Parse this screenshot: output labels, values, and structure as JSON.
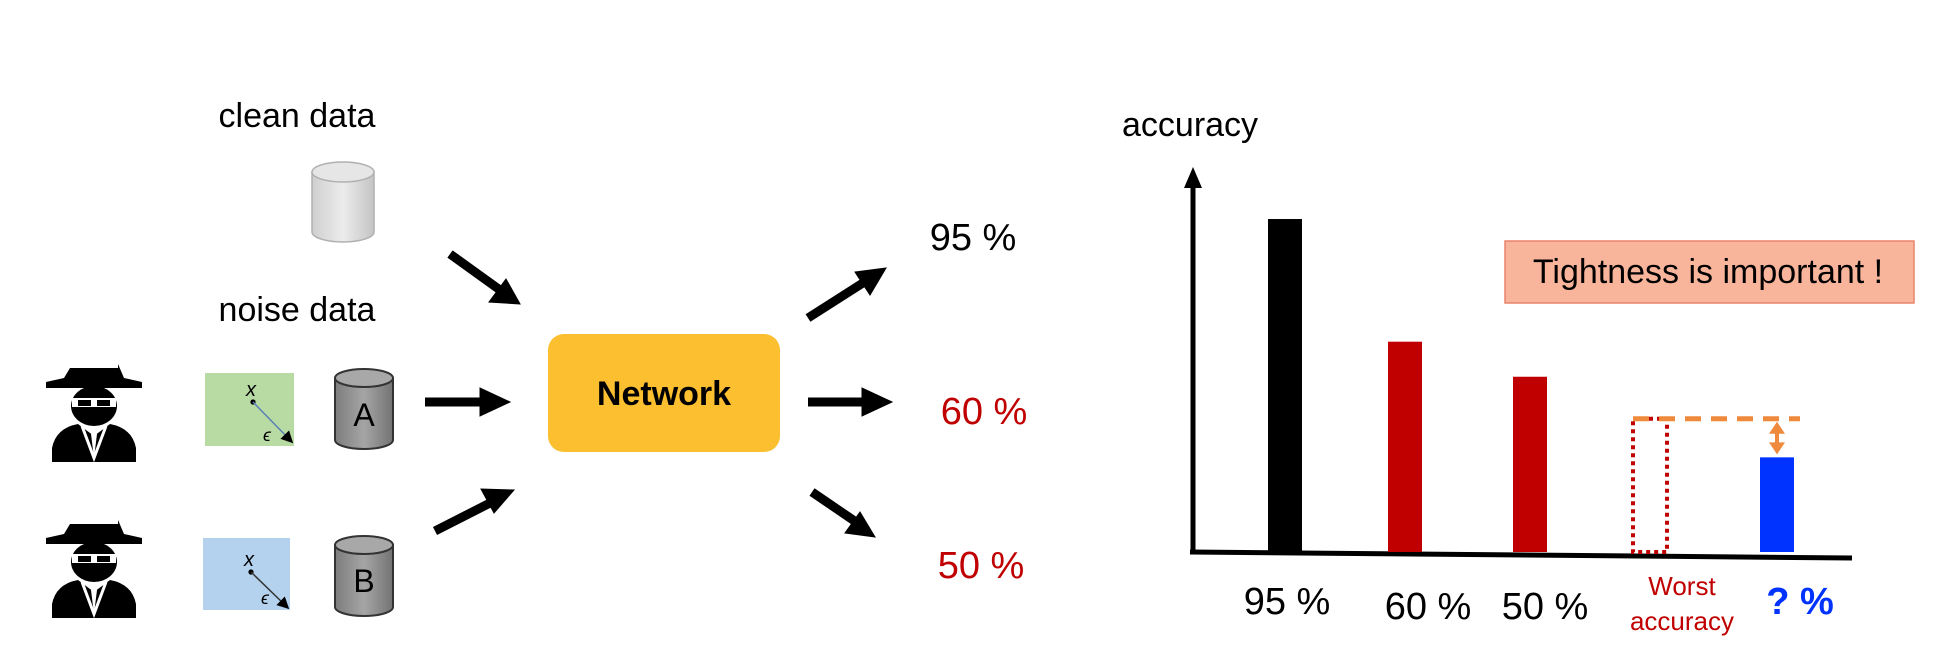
{
  "left": {
    "clean_label": "clean data",
    "noise_label": "noise data",
    "dataset_a": "A",
    "dataset_b": "B",
    "x_symbol": "x",
    "eps_symbol": "ϵ",
    "network_label": "Network",
    "outputs": [
      {
        "text": "95 %",
        "color": "#000000"
      },
      {
        "text": "60 %",
        "color": "#c00000"
      },
      {
        "text": "50 %",
        "color": "#c00000"
      }
    ]
  },
  "right": {
    "y_axis_label": "accuracy",
    "callout": "Tightness is important !",
    "worst_label_line1": "Worst",
    "worst_label_line2": "accuracy",
    "tick_95": "95 %",
    "tick_60": "60 %",
    "tick_50": "50 %",
    "tick_q": "? %"
  },
  "chart_data": {
    "type": "bar",
    "categories": [
      "95 %",
      "60 %",
      "50 %",
      "Worst accuracy",
      "? %"
    ],
    "values": [
      95,
      60,
      50,
      38,
      27
    ],
    "colors": [
      "#000000",
      "#c00000",
      "#c00000",
      "none",
      "#0033ff"
    ],
    "ylabel": "accuracy",
    "ylim": [
      0,
      100
    ],
    "annotation": "Tightness is important !"
  },
  "colors": {
    "network": "#fcbf2f",
    "callout_fill": "#f8b59b",
    "callout_border": "#e9846a",
    "dashed": "#ef8a3d",
    "worst_box": "#c00000",
    "clean_card": "#b8dba4",
    "noise_card": "#b4d2ee",
    "blue": "#0033ff"
  }
}
